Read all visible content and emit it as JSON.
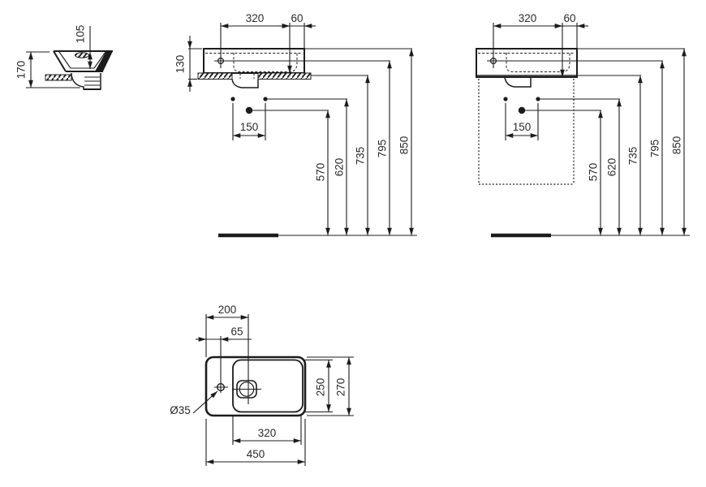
{
  "drawing_title": "washbasin-dimension-drawing",
  "colors": {
    "line": "#1c1c1c",
    "text": "#2a2a2a",
    "background": "#ffffff"
  },
  "views": {
    "side_section": {
      "overall_height": "170",
      "bowl_depth": "105"
    },
    "wall_elevation": {
      "tap_to_fixing": "320",
      "fixing_to_edge": "60",
      "body_height": "130",
      "fixing_centres": "150",
      "trap_height": "570",
      "fixing_height": "620",
      "underside_height": "735",
      "tap_height": "795",
      "rim_height": "850"
    },
    "furniture_elevation": {
      "tap_to_fixing": "320",
      "fixing_to_edge": "60",
      "fixing_centres": "150",
      "trap_height": "570",
      "fixing_height": "620",
      "underside_height": "735",
      "tap_height": "795",
      "rim_height": "850"
    },
    "plan": {
      "drain_offset": "200",
      "tap_offset": "65",
      "bowl_depth": "250",
      "overall_depth": "270",
      "bowl_width": "320",
      "overall_width": "450",
      "tap_hole_diameter": "Ø35"
    }
  }
}
